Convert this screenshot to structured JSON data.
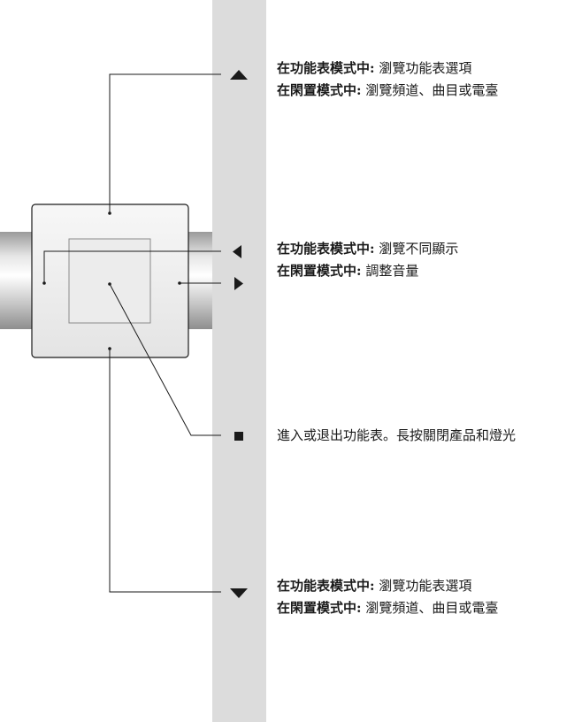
{
  "descriptions": {
    "up": {
      "line1_mode": "在功能表模式中:",
      "line1_action": " 瀏覽功能表選項",
      "line2_mode": "在閑置模式中:",
      "line2_action": " 瀏覽頻道、曲目或電臺"
    },
    "leftright": {
      "line1_mode": "在功能表模式中:",
      "line1_action": " 瀏覽不同顯示",
      "line2_mode": "在閑置模式中:",
      "line2_action": " 調整音量"
    },
    "center": {
      "text": "進入或退出功能表。長按關閉產品和燈光"
    },
    "down": {
      "line1_mode": "在功能表模式中:",
      "line1_action": " 瀏覽功能表選項",
      "line2_mode": "在閑置模式中:",
      "line2_action": " 瀏覽頻道、曲目或電臺"
    }
  },
  "colors": {
    "band": "#dcdcdc",
    "line": "#1a1a1a",
    "button_face": "#f2f2f2",
    "cylinder": "#c8c8c8"
  }
}
